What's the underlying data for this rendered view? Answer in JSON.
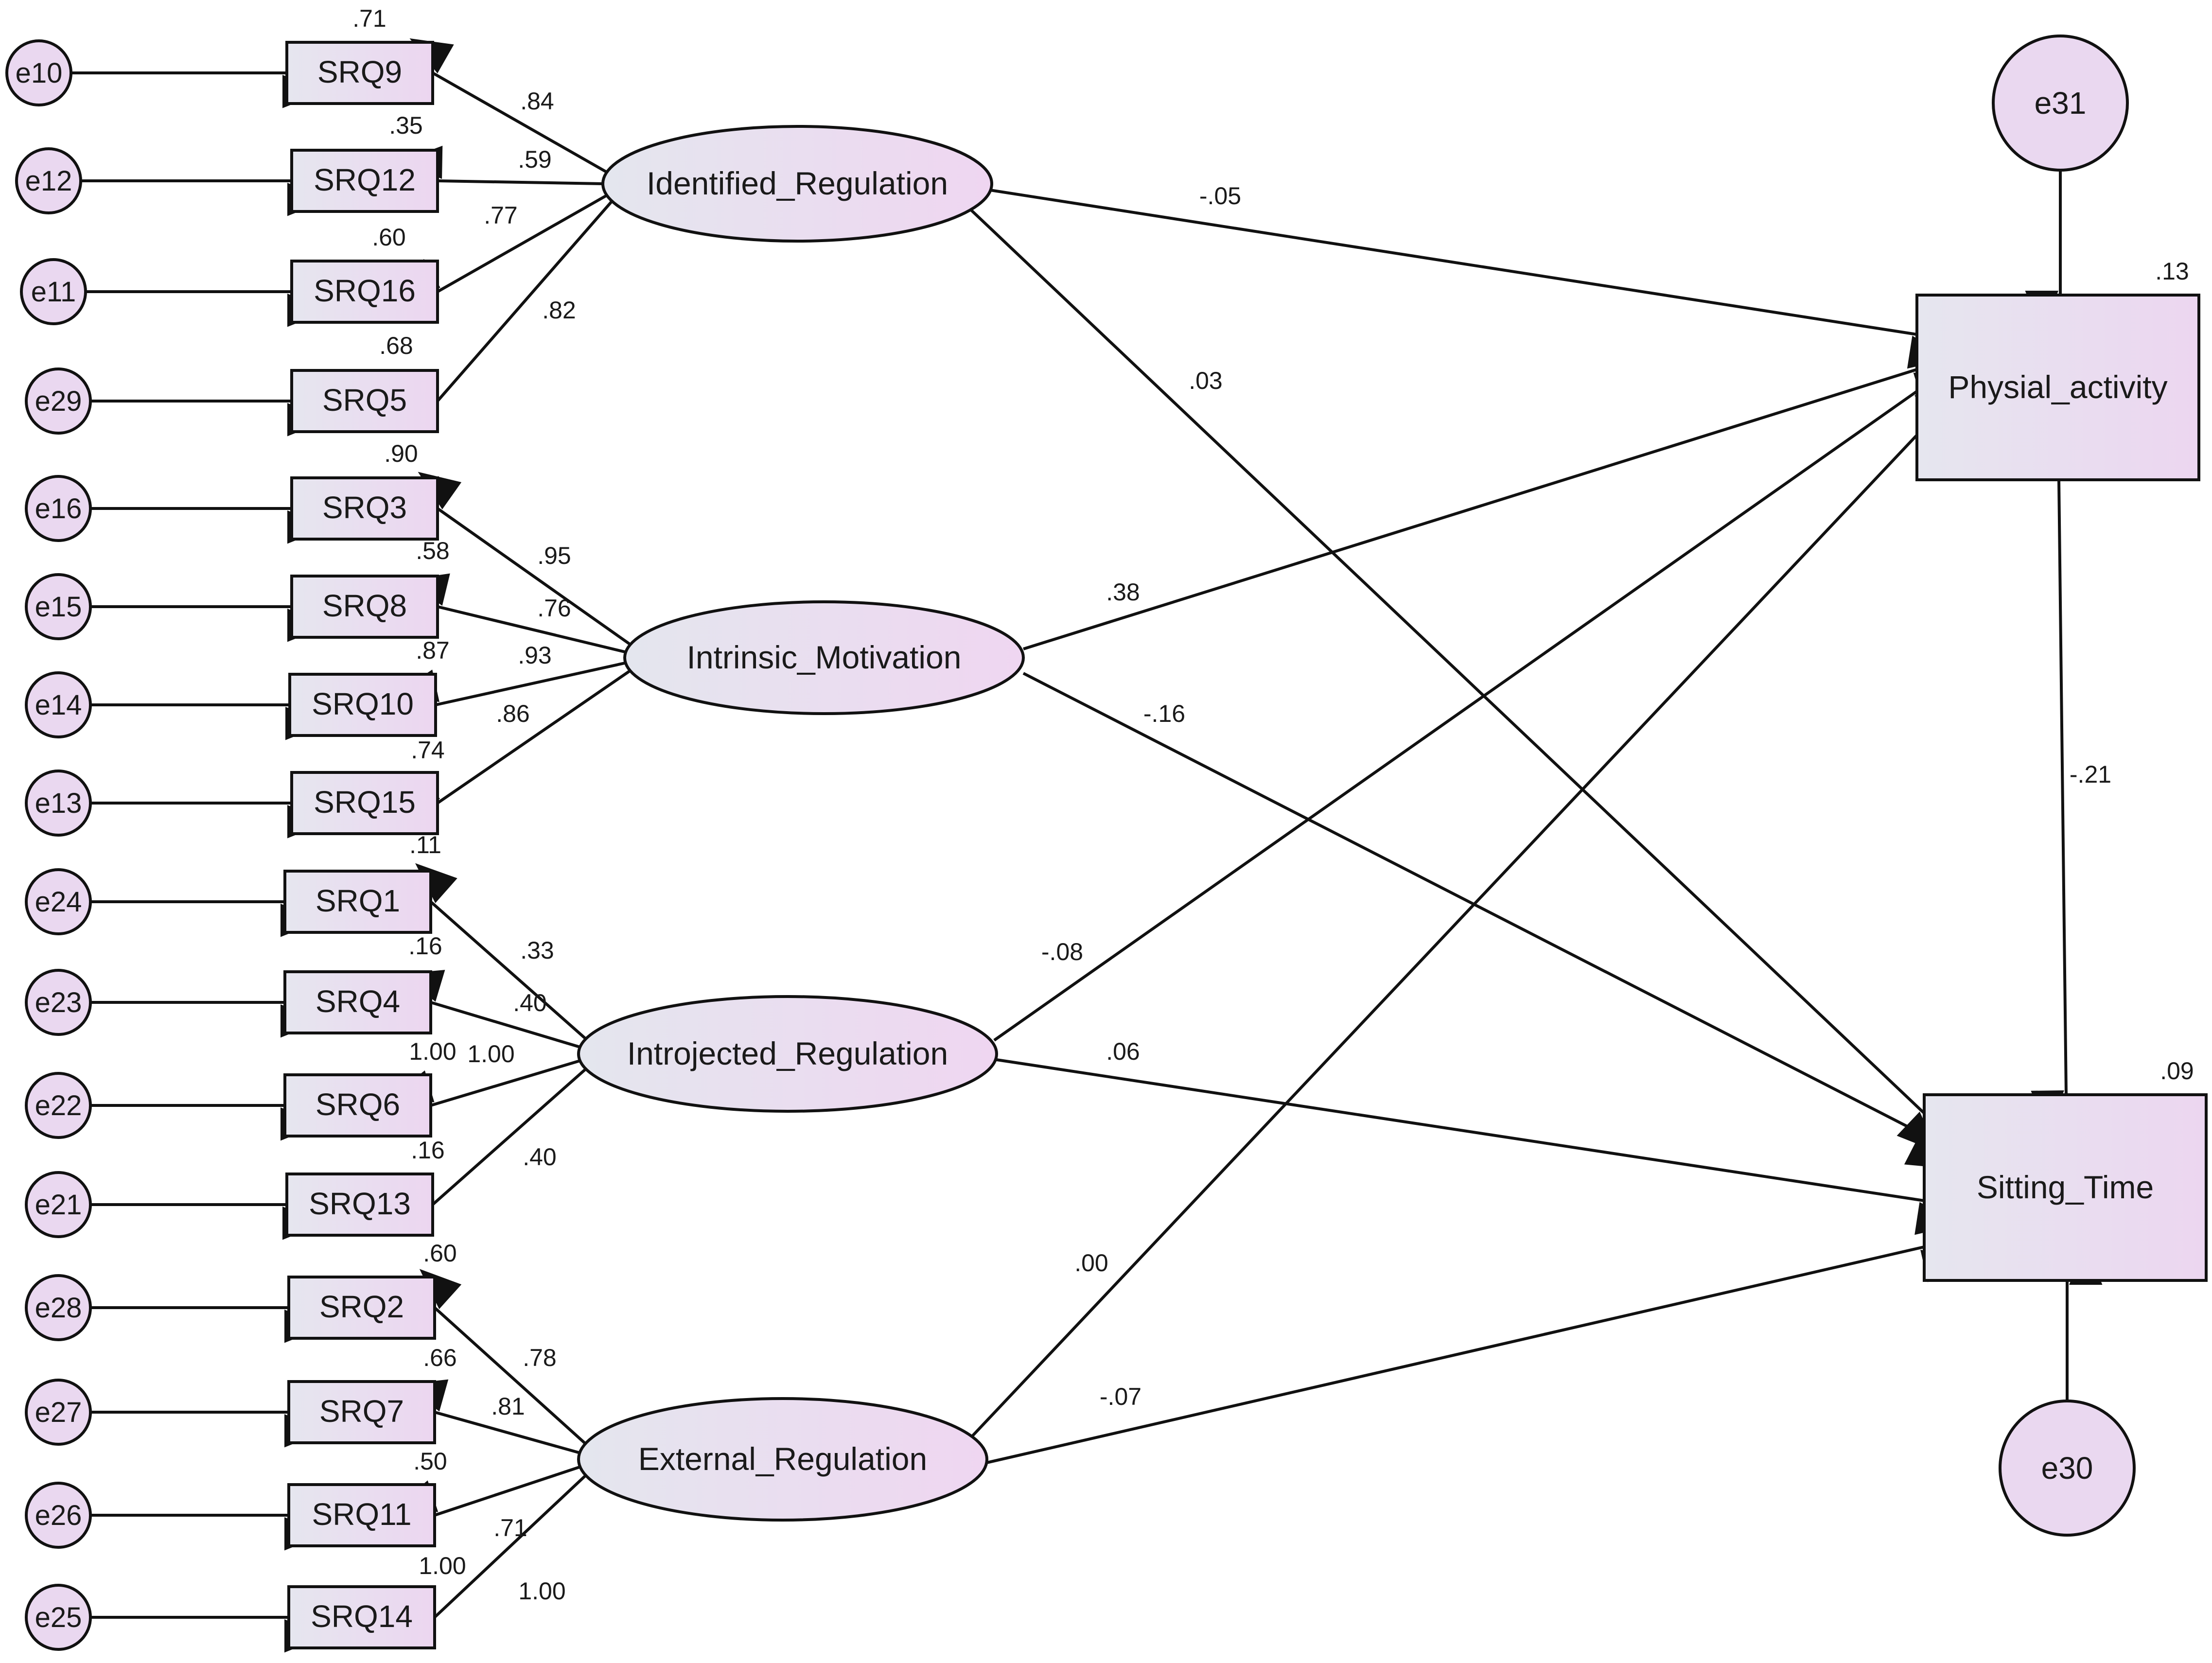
{
  "indicators": [
    {
      "name": "SRQ9",
      "r2": ".71",
      "error": "e10",
      "loading": ".84",
      "factor": "Identified_Regulation"
    },
    {
      "name": "SRQ12",
      "r2": ".35",
      "error": "e12",
      "loading": ".59",
      "factor": "Identified_Regulation"
    },
    {
      "name": "SRQ16",
      "r2": ".60",
      "error": "e11",
      "loading": ".77",
      "factor": "Identified_Regulation"
    },
    {
      "name": "SRQ5",
      "r2": ".68",
      "error": "e29",
      "loading": ".82",
      "factor": "Identified_Regulation"
    },
    {
      "name": "SRQ3",
      "r2": ".90",
      "error": "e16",
      "loading": ".95",
      "factor": "Intrinsic_Motivation"
    },
    {
      "name": "SRQ8",
      "r2": ".58",
      "error": "e15",
      "loading": ".76",
      "factor": "Intrinsic_Motivation"
    },
    {
      "name": "SRQ10",
      "r2": ".87",
      "error": "e14",
      "loading": ".93",
      "factor": "Intrinsic_Motivation"
    },
    {
      "name": "SRQ15",
      "r2": ".74",
      "error": "e13",
      "loading": ".86",
      "factor": "Intrinsic_Motivation"
    },
    {
      "name": "SRQ1",
      "r2": ".11",
      "error": "e24",
      "loading": ".33",
      "factor": "Introjected_Regulation"
    },
    {
      "name": "SRQ4",
      "r2": ".16",
      "error": "e23",
      "loading": ".40",
      "factor": "Introjected_Regulation"
    },
    {
      "name": "SRQ6",
      "r2": "1.00",
      "error": "e22",
      "loading": "1.00",
      "factor": "Introjected_Regulation"
    },
    {
      "name": "SRQ13",
      "r2": ".16",
      "error": "e21",
      "loading": ".40",
      "factor": "Introjected_Regulation"
    },
    {
      "name": "SRQ2",
      "r2": ".60",
      "error": "e28",
      "loading": ".78",
      "factor": "External_Regulation"
    },
    {
      "name": "SRQ7",
      "r2": ".66",
      "error": "e27",
      "loading": ".81",
      "factor": "External_Regulation"
    },
    {
      "name": "SRQ11",
      "r2": ".50",
      "error": "e26",
      "loading": ".71",
      "factor": "External_Regulation"
    },
    {
      "name": "SRQ14",
      "r2": "1.00",
      "error": "e25",
      "loading": "1.00",
      "factor": "External_Regulation"
    }
  ],
  "latents": [
    {
      "name": "Identified_Regulation"
    },
    {
      "name": "Intrinsic_Motivation"
    },
    {
      "name": "Introjected_Regulation"
    },
    {
      "name": "External_Regulation"
    }
  ],
  "outcomes": [
    {
      "name": "Physial_activity",
      "r2": ".13",
      "error": "e31"
    },
    {
      "name": "Sitting_Time",
      "r2": ".09",
      "error": "e30"
    }
  ],
  "paths": [
    {
      "from": "Identified_Regulation",
      "to": "Physial_activity",
      "coef": "-.05"
    },
    {
      "from": "Identified_Regulation",
      "to": "Sitting_Time",
      "coef": ".03"
    },
    {
      "from": "Intrinsic_Motivation",
      "to": "Physial_activity",
      "coef": ".38"
    },
    {
      "from": "Intrinsic_Motivation",
      "to": "Sitting_Time",
      "coef": "-.16"
    },
    {
      "from": "Introjected_Regulation",
      "to": "Physial_activity",
      "coef": "-.08"
    },
    {
      "from": "Introjected_Regulation",
      "to": "Sitting_Time",
      "coef": ".06"
    },
    {
      "from": "External_Regulation",
      "to": "Physial_activity",
      "coef": ".00"
    },
    {
      "from": "External_Regulation",
      "to": "Sitting_Time",
      "coef": "-.07"
    },
    {
      "from": "Physial_activity",
      "to": "Sitting_Time",
      "coef": "-.21"
    }
  ]
}
